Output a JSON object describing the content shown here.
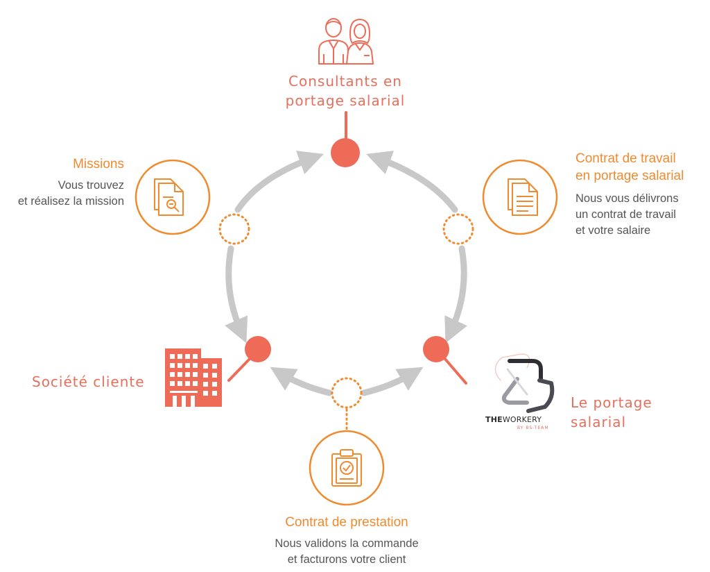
{
  "colors": {
    "node": "#EE6B57",
    "step": "#F08A2E",
    "arrow": "#C8C8C8",
    "text": "#555555"
  },
  "nodes": {
    "consultants": {
      "line1": "Consultants en",
      "line2": "portage salarial",
      "icon": "consultants-people-icon"
    },
    "client": {
      "label": "Société cliente",
      "icon": "office-building-icon"
    },
    "portage": {
      "line1": "Le portage",
      "line2": "salarial",
      "icon": "theworkery-logo"
    }
  },
  "steps": {
    "missions": {
      "title": "Missions",
      "desc1": "Vous trouvez",
      "desc2": "et réalisez la mission",
      "icon": "document-search-icon"
    },
    "contrat_travail": {
      "title1": "Contrat de travail",
      "title2": "en portage salarial",
      "desc1": "Nous vous délivrons",
      "desc2": "un contrat de travail",
      "desc3": "et votre salaire",
      "icon": "document-icon"
    },
    "contrat_prestation": {
      "title": "Contrat de prestation",
      "desc1": "Nous validons la commande",
      "desc2": "et facturons votre client",
      "icon": "clipboard-check-icon"
    }
  },
  "logo": {
    "brand_bold": "THE",
    "brand_light": "WORKERY",
    "byline": "BY BS-TEAM"
  }
}
